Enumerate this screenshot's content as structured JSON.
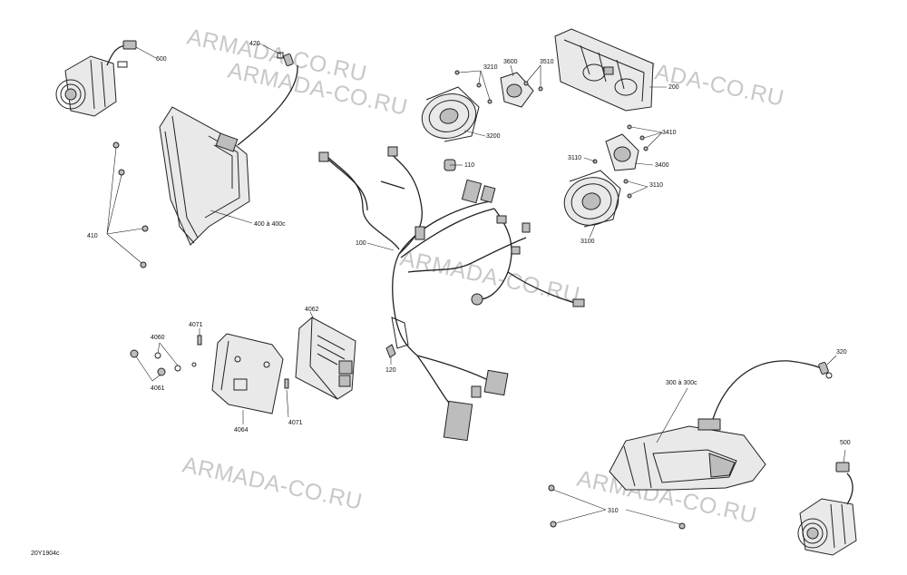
{
  "watermark": "ARMADA-CO.RU",
  "figure_code": "20Y1904c",
  "labels": {
    "l600": "600",
    "l420": "420",
    "l410": "410",
    "l400": "400 à 400c",
    "l3210": "3210",
    "l3600": "3600",
    "l3510": "3510",
    "l200": "200",
    "l3200": "3200",
    "l3410": "3410",
    "l3400": "3400",
    "l3110a": "3110",
    "l3110b": "3110",
    "l3100": "3100",
    "l110": "110",
    "l100": "100",
    "l120": "120",
    "l4062": "4062",
    "l4071a": "4071",
    "l4060": "4060",
    "l4061": "4061",
    "l4064": "4064",
    "l4071b": "4071",
    "l300": "300 à 300c",
    "l320": "320",
    "l500": "500",
    "l310": "310"
  }
}
